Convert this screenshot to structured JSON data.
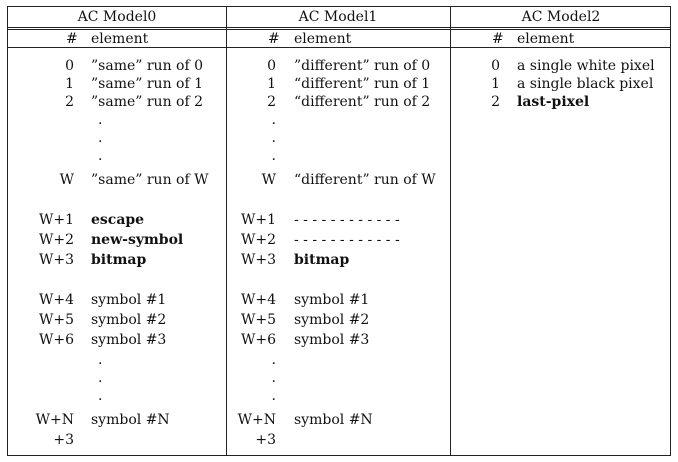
{
  "models": [
    {
      "title": "AC Model0",
      "col_num": "#",
      "col_elem": "element",
      "rows": [
        {
          "n": "0",
          "e": "”same” run of 0"
        },
        {
          "n": "1",
          "e": "”same” run of 1"
        },
        {
          "n": "2",
          "e": "”same” run of 2"
        },
        {
          "n": "",
          "e": "."
        },
        {
          "n": "",
          "e": "."
        },
        {
          "n": "",
          "e": "."
        },
        {
          "n": "W",
          "e": "”same” run of W"
        },
        {
          "n": "W+1",
          "e": "escape",
          "bold": true
        },
        {
          "n": "W+2",
          "e": "new-symbol",
          "bold": true
        },
        {
          "n": "W+3",
          "e": "bitmap",
          "bold": true
        },
        {
          "n": "W+4",
          "e": "symbol #1"
        },
        {
          "n": "W+5",
          "e": "symbol #2"
        },
        {
          "n": "W+6",
          "e": "symbol #3"
        },
        {
          "n": "",
          "e": "."
        },
        {
          "n": "",
          "e": "."
        },
        {
          "n": "",
          "e": "."
        },
        {
          "n": "W+N",
          "e": "symbol #N"
        },
        {
          "n": "+3",
          "e": ""
        }
      ]
    },
    {
      "title": "AC Model1",
      "col_num": "#",
      "col_elem": "element",
      "rows": [
        {
          "n": "0",
          "e": "”different” run of 0"
        },
        {
          "n": "1",
          "e": "“different” run of 1"
        },
        {
          "n": "2",
          "e": "“different” run of 2"
        },
        {
          "n": ".",
          "e": ""
        },
        {
          "n": ".",
          "e": ""
        },
        {
          "n": ".",
          "e": ""
        },
        {
          "n": "W",
          "e": "“different” run of W"
        },
        {
          "n": "W+1",
          "e": "- - - - - - - - - - - -"
        },
        {
          "n": "W+2",
          "e": "- - - - - - - - - - - -"
        },
        {
          "n": "W+3",
          "e": "bitmap",
          "bold": true
        },
        {
          "n": "W+4",
          "e": "symbol #1"
        },
        {
          "n": "W+5",
          "e": "symbol #2"
        },
        {
          "n": "W+6",
          "e": "symbol #3"
        },
        {
          "n": ".",
          "e": ""
        },
        {
          "n": ".",
          "e": ""
        },
        {
          "n": ".",
          "e": ""
        },
        {
          "n": "W+N",
          "e": "symbol #N"
        },
        {
          "n": "+3",
          "e": ""
        }
      ]
    },
    {
      "title": "AC Model2",
      "col_num": "#",
      "col_elem": "element",
      "rows": [
        {
          "n": "0",
          "e": "a single white pixel"
        },
        {
          "n": "1",
          "e": "a single black pixel"
        },
        {
          "n": "2",
          "e": "last-pixel",
          "bold": true
        }
      ]
    }
  ]
}
